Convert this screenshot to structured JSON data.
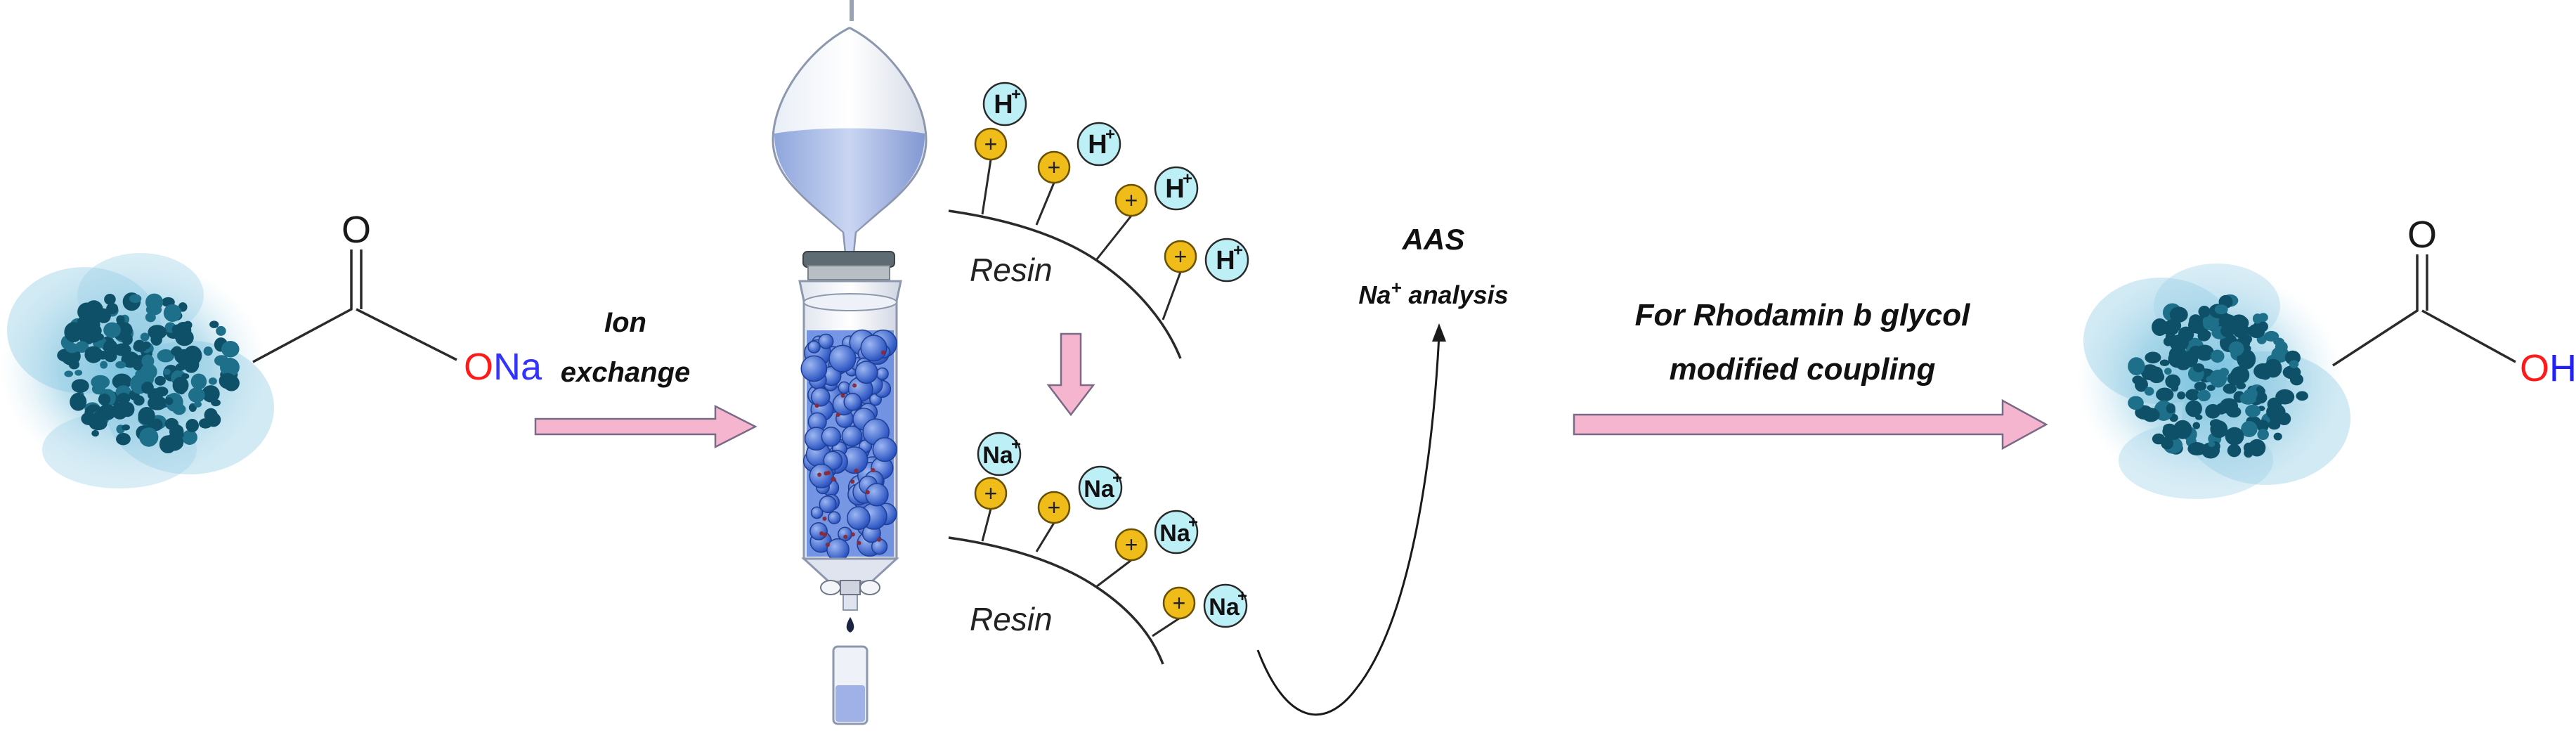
{
  "colors": {
    "arrow_fill": "#f6b5cf",
    "arrow_stroke": "#7a6a88",
    "haze": "#7fc4df",
    "particle": "#0e5068",
    "plus_ball": "#f0bc1a",
    "ion_ball": "#bdeff7",
    "oxygen_red": "#ff1a1a",
    "sodium_blue": "#3333ff",
    "hydrogen_blue": "#2020ff",
    "liquid": "#aebfe8",
    "bead": "#3a67cf"
  },
  "icons": {
    "left_particle": "carbon-nanoparticle-icon",
    "right_particle": "carbon-nanoparticle-icon",
    "column": "ion-exchange-column-icon"
  },
  "left_group": {
    "carbonyl_O": "O",
    "ester_O": "O",
    "Na": "Na"
  },
  "right_group": {
    "carbonyl_O": "O",
    "hydroxyl_O": "O",
    "H": "H"
  },
  "arrow1": {
    "line1": "Ion",
    "line2": "exchange"
  },
  "arrow2": {
    "line1": "For Rhodamin b glycol",
    "line2": "modified coupling"
  },
  "aas": {
    "title": "AAS",
    "na": "Na",
    "plus": "+",
    "rest": " analysis"
  },
  "resin_top": {
    "label": "Resin",
    "sites": [
      {
        "charge": "+",
        "ion": "H",
        "ion_charge": "+"
      },
      {
        "charge": "+",
        "ion": "H",
        "ion_charge": "+"
      },
      {
        "charge": "+",
        "ion": "H",
        "ion_charge": "+"
      },
      {
        "charge": "+",
        "ion": "H",
        "ion_charge": "+"
      }
    ]
  },
  "resin_bottom": {
    "label": "Resin",
    "sites": [
      {
        "charge": "+",
        "ion": "Na",
        "ion_charge": "+"
      },
      {
        "charge": "+",
        "ion": "Na",
        "ion_charge": "+"
      },
      {
        "charge": "+",
        "ion": "Na",
        "ion_charge": "+"
      },
      {
        "charge": "+",
        "ion": "Na",
        "ion_charge": "+"
      }
    ]
  }
}
